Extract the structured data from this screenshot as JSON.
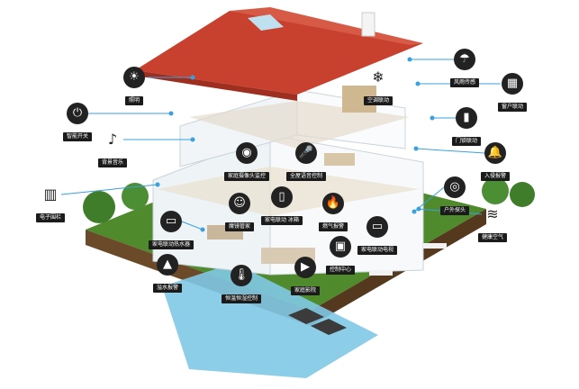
{
  "colors": {
    "connector": "#3aa0de",
    "icon_bg": "#222222",
    "label_bg": "#1b1b1b",
    "roof": "#c8402e",
    "lawn": "#4f8a2c",
    "pool": "#7fc8e6"
  },
  "features": [
    {
      "id": "lighting",
      "label": "照明",
      "icon": "bulb-icon",
      "glyph": "☀"
    },
    {
      "id": "weather",
      "label": "风雨传感",
      "icon": "weather-icon",
      "glyph": "☂"
    },
    {
      "id": "curtain",
      "label": "窗户联动",
      "icon": "window-icon",
      "glyph": "▦"
    },
    {
      "id": "ac",
      "label": "空调联动",
      "icon": "air-conditioner-icon",
      "glyph": "❄"
    },
    {
      "id": "switch",
      "label": "智能开关",
      "icon": "switch-icon",
      "glyph": "⏻"
    },
    {
      "id": "doorlock",
      "label": "门锁联动",
      "icon": "door-lock-icon",
      "glyph": "▮"
    },
    {
      "id": "music",
      "label": "背景音乐",
      "icon": "music-icon",
      "glyph": "♪"
    },
    {
      "id": "camera",
      "label": "家庭摄像头监控",
      "icon": "camera-icon",
      "glyph": "◉"
    },
    {
      "id": "voice",
      "label": "全屋语音控制",
      "icon": "microphone-icon",
      "glyph": "🎤"
    },
    {
      "id": "alarm",
      "label": "入侵报警",
      "icon": "bell-icon",
      "glyph": "🔔"
    },
    {
      "id": "fence",
      "label": "电子围栏",
      "icon": "fence-icon",
      "glyph": "▥"
    },
    {
      "id": "butler",
      "label": "魔镜管家",
      "icon": "mirror-icon",
      "glyph": "☺"
    },
    {
      "id": "appliance",
      "label": "家电联动 冰箱",
      "icon": "fridge-icon",
      "glyph": "▯"
    },
    {
      "id": "gas",
      "label": "燃气报警",
      "icon": "flame-icon",
      "glyph": "🔥"
    },
    {
      "id": "facerec",
      "label": "户外探头",
      "icon": "face-camera-icon",
      "glyph": "◎"
    },
    {
      "id": "heater",
      "label": "家电联动热水器",
      "icon": "water-heater-icon",
      "glyph": "▭"
    },
    {
      "id": "tv",
      "label": "家电联动电视",
      "icon": "tv-icon",
      "glyph": "▭"
    },
    {
      "id": "air",
      "label": "健康空气",
      "icon": "air-icon",
      "glyph": "≋"
    },
    {
      "id": "control",
      "label": "控制中心",
      "icon": "control-panel-icon",
      "glyph": "▣"
    },
    {
      "id": "leak",
      "label": "溢水报警",
      "icon": "water-drop-icon",
      "glyph": "▲"
    },
    {
      "id": "temp",
      "label": "恒温恒湿控制",
      "icon": "thermometer-icon",
      "glyph": "🌡"
    },
    {
      "id": "cinema",
      "label": "家庭影院",
      "icon": "cinema-icon",
      "glyph": "▶"
    }
  ]
}
